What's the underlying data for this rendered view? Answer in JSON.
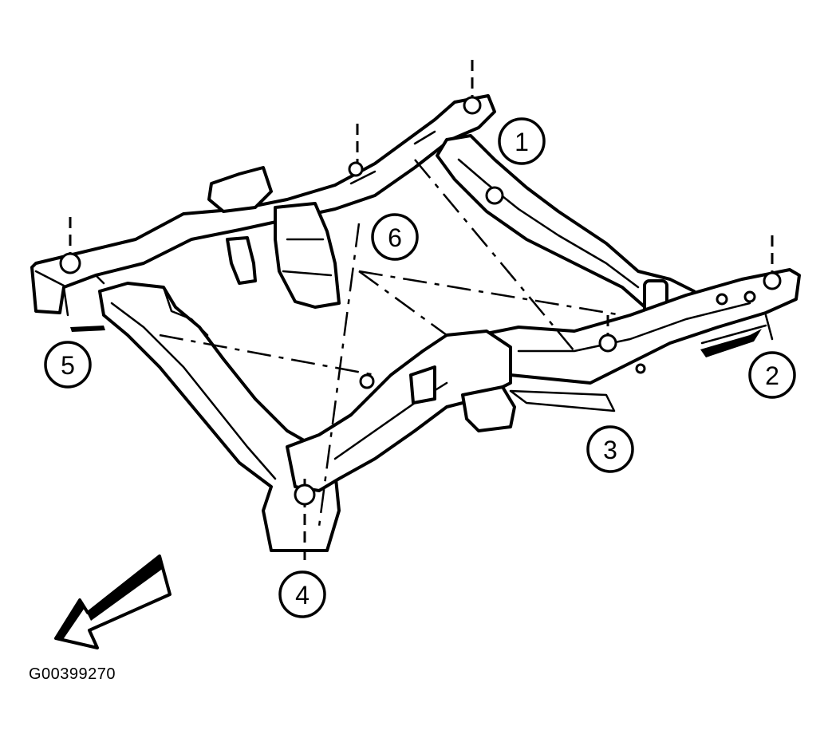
{
  "figure_id": "G00399270",
  "callouts": [
    {
      "id": 1,
      "label": "1"
    },
    {
      "id": 2,
      "label": "2"
    },
    {
      "id": 3,
      "label": "3"
    },
    {
      "id": 4,
      "label": "4"
    },
    {
      "id": 5,
      "label": "5"
    },
    {
      "id": 6,
      "label": "6"
    }
  ],
  "direction_arrow": {
    "icon": "front-direction-arrow-icon"
  }
}
